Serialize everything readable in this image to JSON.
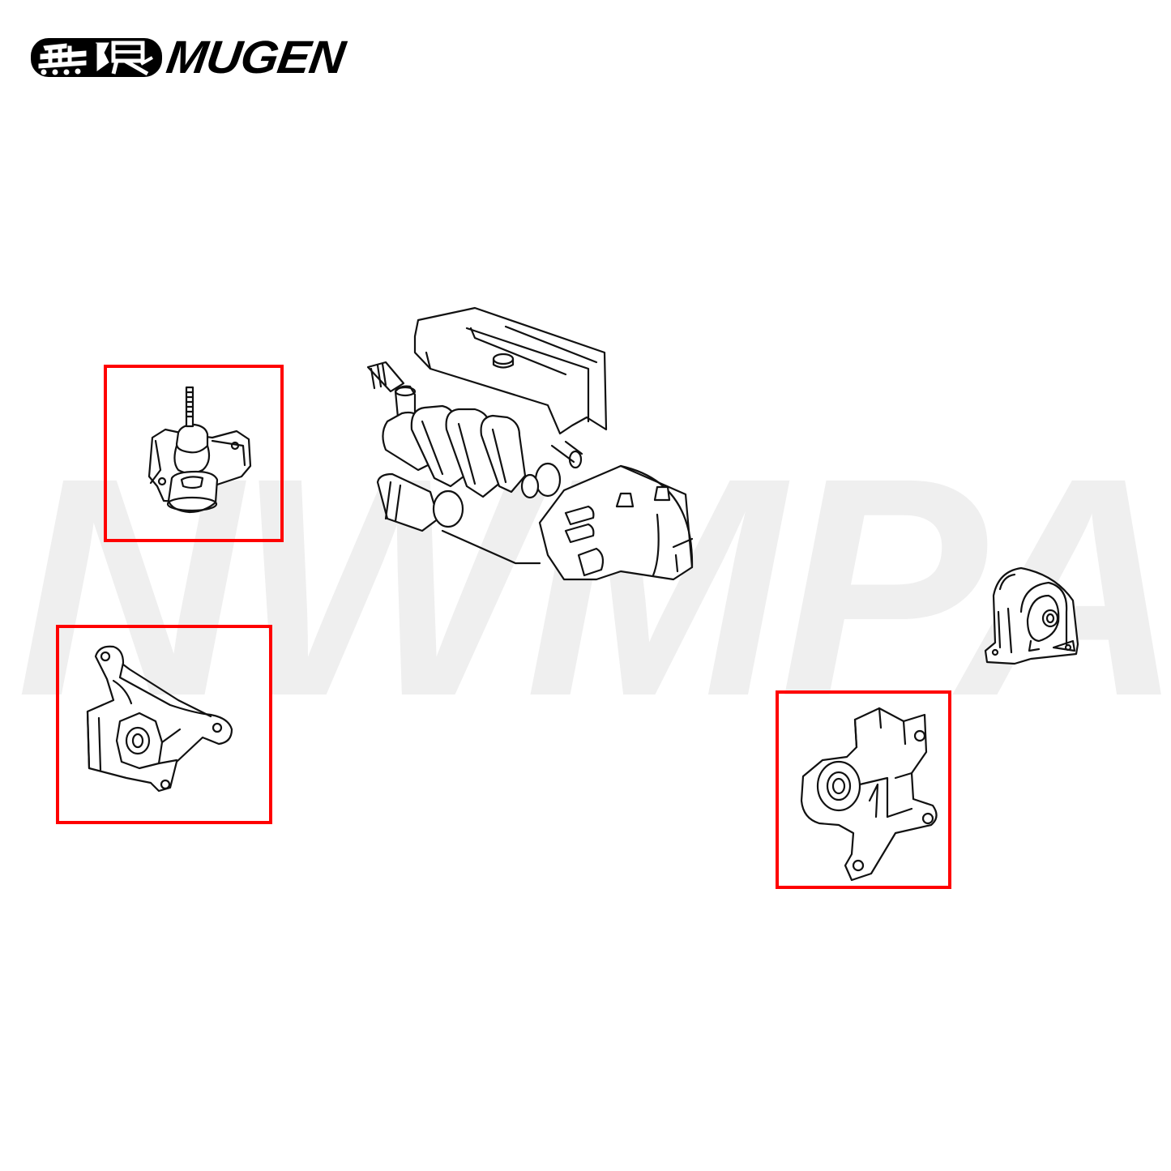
{
  "brand": {
    "logo_kanji": "無限",
    "logo_text": "MUGEN"
  },
  "watermark": {
    "text": "NWMPA",
    "color": "#efefef"
  },
  "diagram": {
    "subject": "engine and transmission assembly with engine mounts",
    "highlight_color": "#ff0000",
    "parts": [
      {
        "id": "engine-assembly",
        "label": "Engine / transmission assembly",
        "highlighted": false
      },
      {
        "id": "mount-upper-left",
        "label": "Engine side mount (stud type)",
        "highlighted": true
      },
      {
        "id": "mount-lower-left",
        "label": "Front engine mount bracket",
        "highlighted": true
      },
      {
        "id": "mount-lower-right",
        "label": "Transmission / rear mount bracket",
        "highlighted": true
      },
      {
        "id": "mount-right",
        "label": "Rear mount (not highlighted)",
        "highlighted": false
      }
    ]
  }
}
